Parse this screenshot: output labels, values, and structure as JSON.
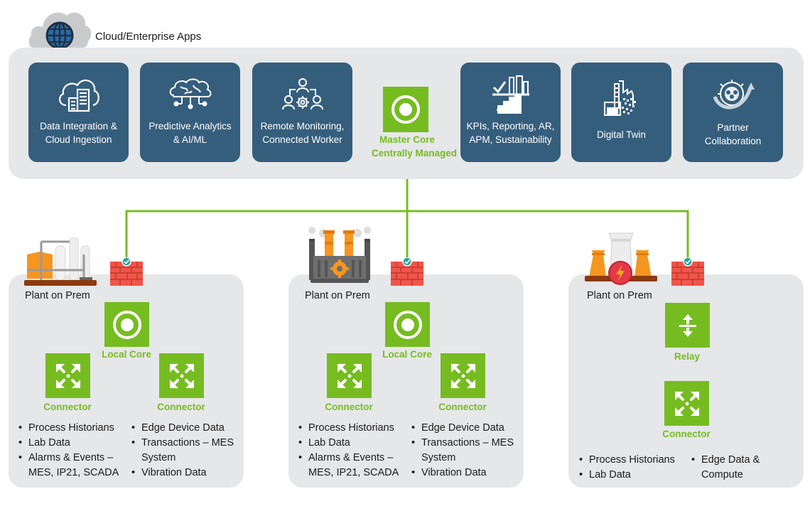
{
  "cloud": {
    "title": "Cloud/Enterprise Apps",
    "icon": "globe-cloud-icon",
    "apps": [
      {
        "label_lines": [
          "Data Integration &",
          "Cloud Ingestion"
        ],
        "icon": "cloud-server-icon"
      },
      {
        "label_lines": [
          "Predictive Analytics",
          "& AI/ML"
        ],
        "icon": "brain-circuit-icon"
      },
      {
        "label_lines": [
          "Remote Monitoring,",
          "Connected Worker"
        ],
        "icon": "team-gear-icon"
      },
      {
        "label_lines": [
          "KPIs, Reporting, AR,",
          "APM, Sustainability"
        ],
        "icon": "kpi-chart-icon"
      },
      {
        "label_lines": [
          "Digital Twin"
        ],
        "icon": "digital-factory-icon"
      },
      {
        "label_lines": [
          "Partner",
          "Collaboration"
        ],
        "icon": "partner-gear-icon"
      }
    ],
    "master_core": {
      "label_lines": [
        "Master Core",
        "Centrally Managed"
      ],
      "icon": "target-icon"
    }
  },
  "colors": {
    "green": "#76bc21",
    "card": "#355e7c",
    "panel": "#e6e7e9",
    "firewall": "#f0554a",
    "check": "#2aa39a"
  },
  "plants": [
    {
      "label": "Plant on Prem",
      "icon": "refinery-icon",
      "core_label": "Local Core",
      "connectors": [
        "Connector",
        "Connector"
      ],
      "bullets_left": [
        [
          "Process Historians"
        ],
        [
          "Lab Data"
        ],
        [
          "Alarms & Events –",
          "MES, IP21, SCADA"
        ]
      ],
      "bullets_right": [
        [
          "Edge Device Data"
        ],
        [
          "Transactions – MES",
          "System"
        ],
        [
          "Vibration Data"
        ]
      ]
    },
    {
      "label": "Plant on Prem",
      "icon": "factory-icon",
      "core_label": "Local Core",
      "connectors": [
        "Connector",
        "Connector"
      ],
      "bullets_left": [
        [
          "Process Historians"
        ],
        [
          "Lab Data"
        ],
        [
          "Alarms & Events –",
          "MES, IP21, SCADA"
        ]
      ],
      "bullets_right": [
        [
          "Edge Device Data"
        ],
        [
          "Transactions – MES",
          "System"
        ],
        [
          "Vibration Data"
        ]
      ]
    },
    {
      "label": "Plant on Prem",
      "icon": "power-plant-icon",
      "relay_label": "Relay",
      "connectors": [
        "Connector"
      ],
      "bullets_left": [
        [
          "Process Historians"
        ],
        [
          "Lab Data"
        ]
      ],
      "bullets_right": [
        [
          "Edge Data &",
          "Compute"
        ]
      ]
    }
  ]
}
